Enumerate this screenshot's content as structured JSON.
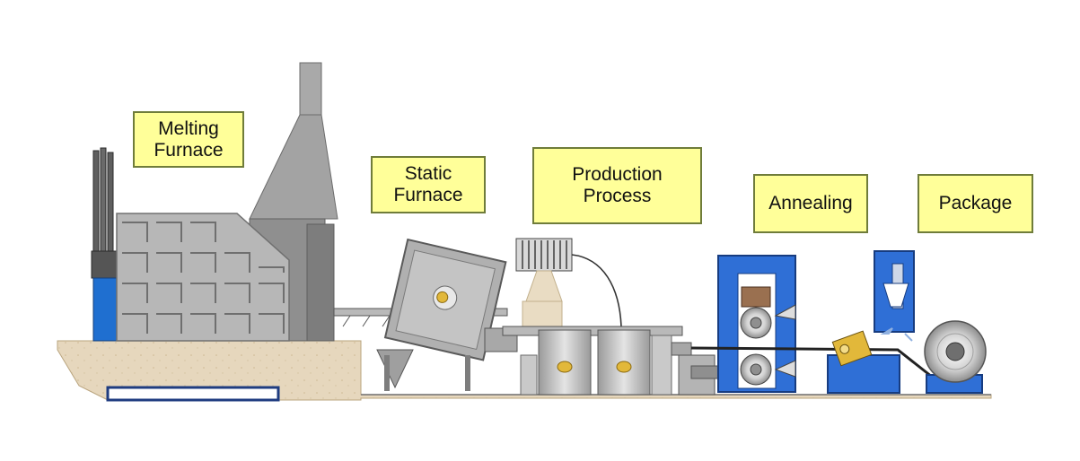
{
  "labels": {
    "melting": {
      "line1": "Melting",
      "line2": "Furnace"
    },
    "static": {
      "line1": "Static",
      "line2": "Furnace"
    },
    "production": {
      "line1": "Production",
      "line2": "Process"
    },
    "annealing": {
      "line1": "Annealing"
    },
    "package": {
      "line1": "Package"
    }
  },
  "colors": {
    "label_fill": "#ffff99",
    "label_border": "#6f7c3a",
    "ground": "#e6d7bd",
    "steel_gray": "#b9b9b9",
    "machine_blue": "#2f6fd6"
  }
}
